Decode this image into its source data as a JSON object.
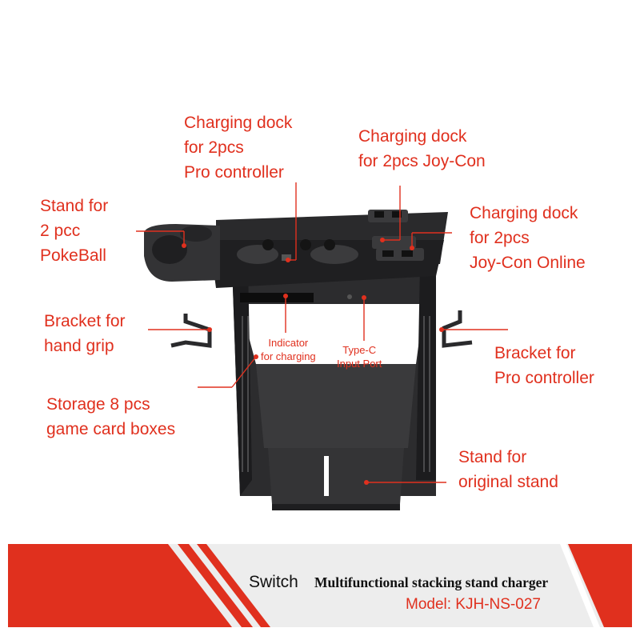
{
  "accent_color": "#e0301e",
  "callouts": {
    "pokeball_stand": [
      "Stand for",
      "2 pcc",
      "PokeBall"
    ],
    "pro_dock": [
      "Charging dock",
      "for 2pcs",
      "Pro controller"
    ],
    "joycon_dock": [
      "Charging dock",
      "for 2pcs Joy-Con"
    ],
    "joycon_online_dock": [
      "Charging dock",
      "for 2pcs",
      "Joy-Con Online"
    ],
    "hand_grip_bracket": [
      "Bracket for",
      "hand grip"
    ],
    "indicator": [
      "Indicator",
      "for charging"
    ],
    "typec_port": [
      "Type-C",
      "Input Port"
    ],
    "pro_bracket": [
      "Bracket for",
      "Pro controller"
    ],
    "game_storage": [
      "Storage 8 pcs",
      "game card boxes"
    ],
    "original_stand": [
      "Stand for",
      "original stand"
    ]
  },
  "banner": {
    "title": "Switch",
    "subtitle": "Multifunctional stacking stand charger",
    "model": "Model: KJH-NS-027"
  }
}
